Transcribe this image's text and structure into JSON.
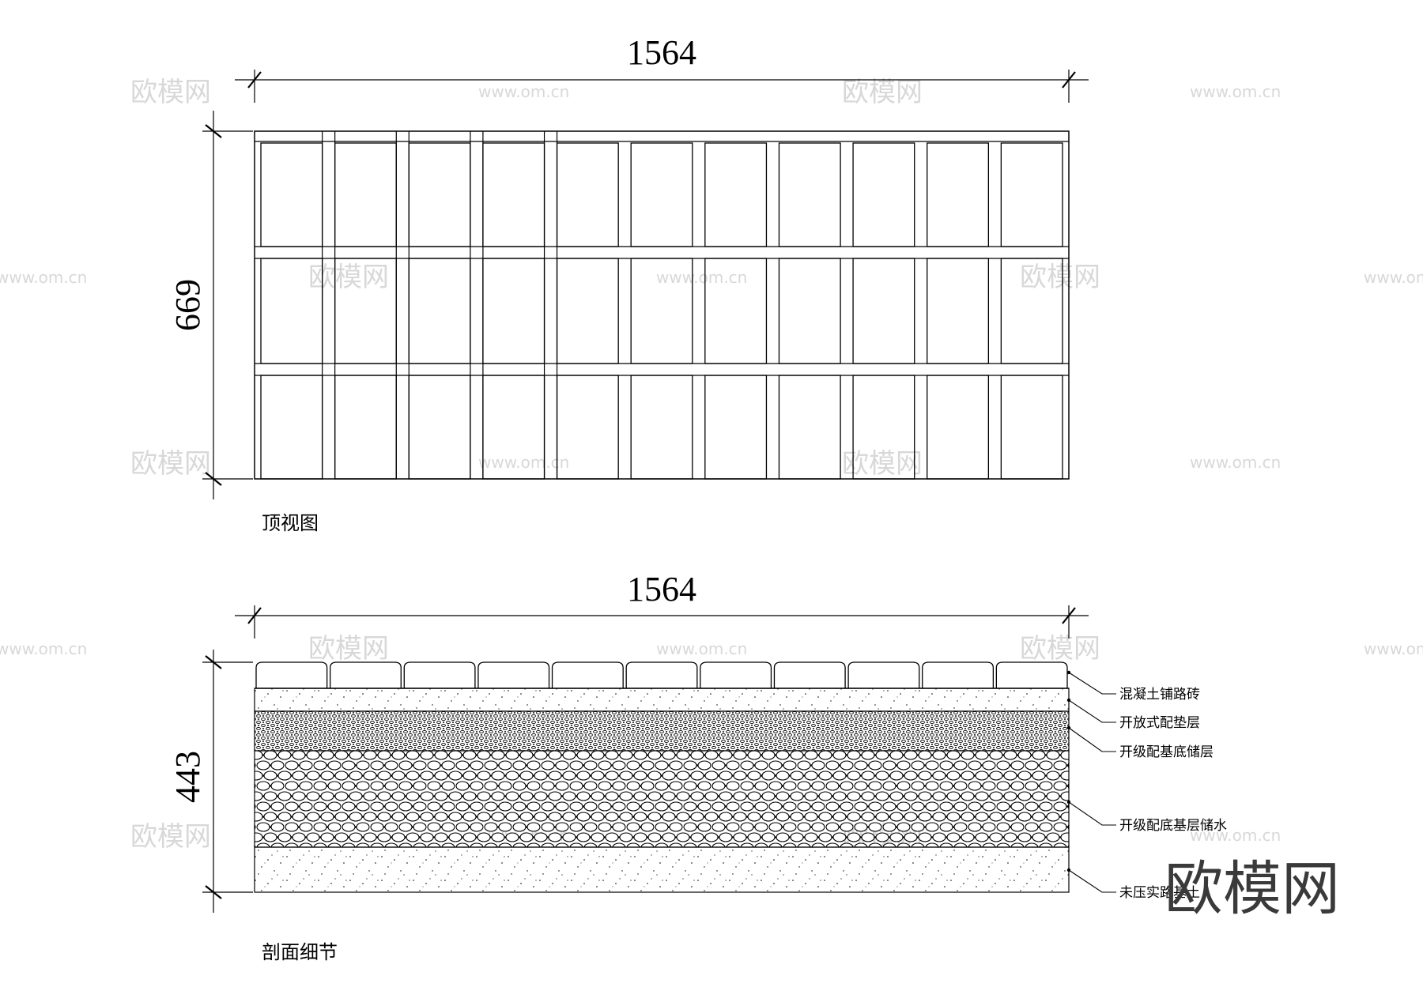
{
  "top_view": {
    "width_dim": "1564",
    "height_dim": "669",
    "caption": "顶视图"
  },
  "section": {
    "width_dim": "1564",
    "height_dim": "443",
    "caption": "剖面细节",
    "layers": [
      "混凝土铺路砖",
      "开放式配垫层",
      "开级配基底储层",
      "开级配底基层储水",
      "未压实路基土"
    ]
  },
  "watermarks": {
    "brand": "欧模网",
    "url": "www.om.cn",
    "corner_logo": "欧模网"
  }
}
